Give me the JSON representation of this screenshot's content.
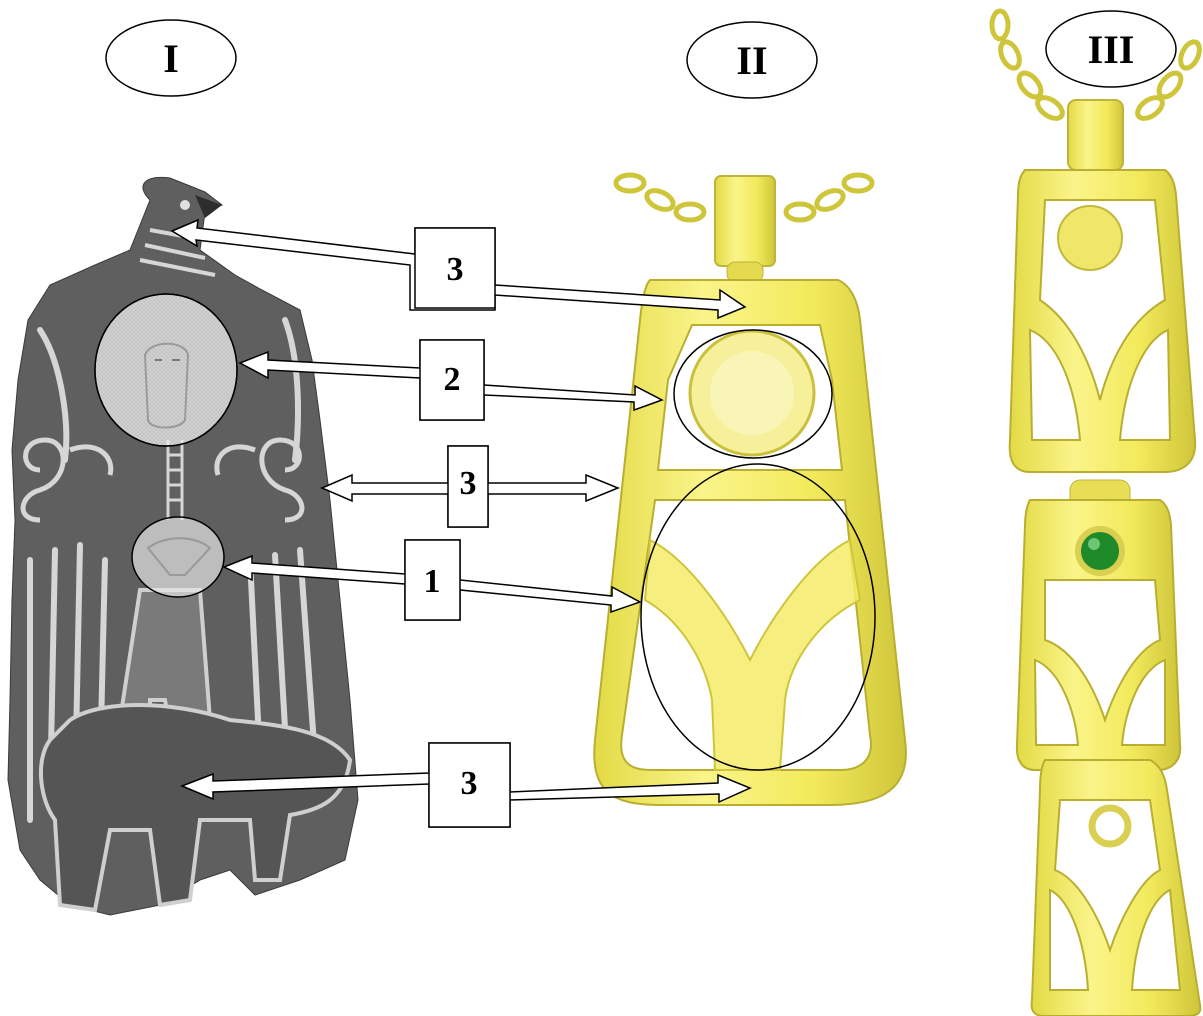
{
  "panels": [
    {
      "id": "I",
      "label": "I"
    },
    {
      "id": "II",
      "label": "II"
    },
    {
      "id": "III",
      "label": "III"
    }
  ],
  "callouts": [
    {
      "id": "c1",
      "label": "3"
    },
    {
      "id": "c2",
      "label": "2"
    },
    {
      "id": "c3",
      "label": "3"
    },
    {
      "id": "c4",
      "label": "1"
    },
    {
      "id": "c5",
      "label": "3"
    }
  ],
  "colors": {
    "gold": "#f3ec6a",
    "gold_shadow": "#c9c13a",
    "gold_light": "#fbf7b0",
    "stone": "#6b6b6b",
    "stone_light": "#d9d9d9",
    "gem": "#1f8a2a",
    "outline": "#000000"
  }
}
